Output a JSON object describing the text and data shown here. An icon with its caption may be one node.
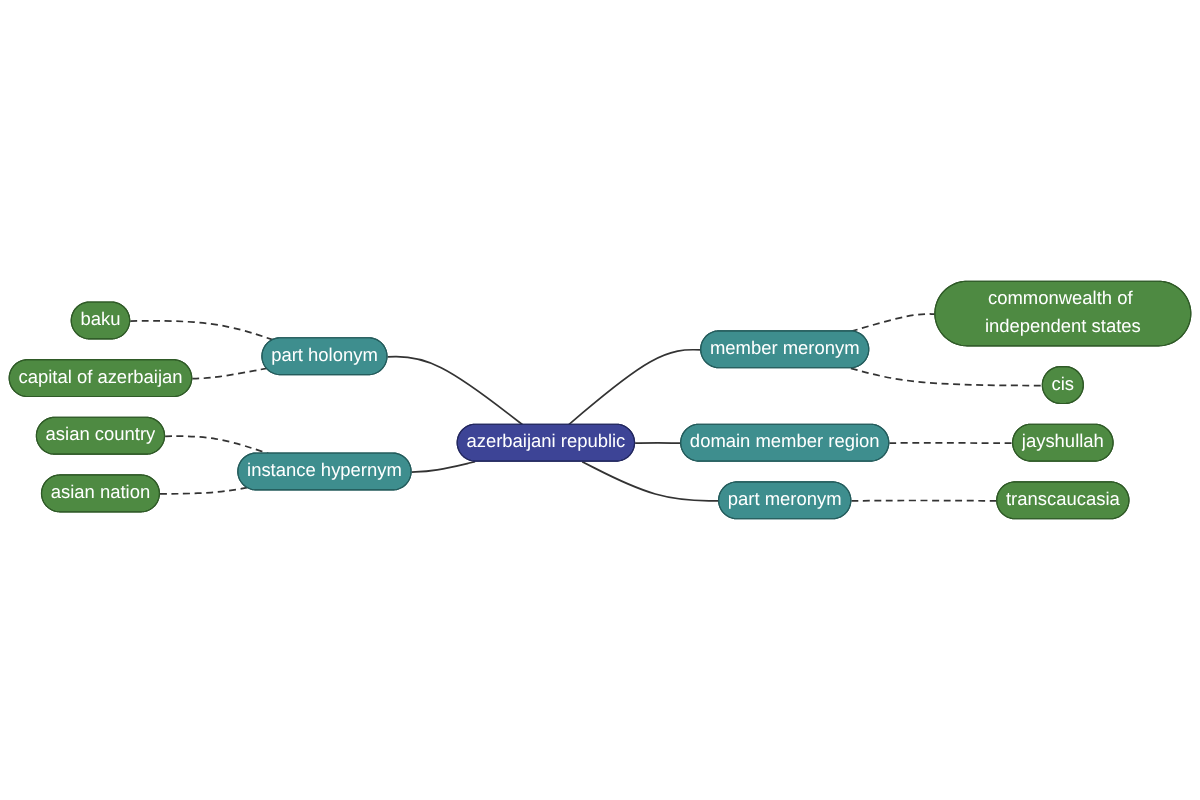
{
  "diagram": {
    "nodes": [
      {
        "text": [
          "capital of azerbaijan"
        ]
      },
      {
        "text": [
          "commonwealth of independent states"
        ]
      },
      {
        "text": [
          "baku"
        ]
      },
      {
        "text": [
          "cis"
        ]
      },
      {
        "text": [
          "part holonym"
        ]
      },
      {
        "text": [
          "member meronym"
        ]
      },
      {
        "text": [
          "jayshullah"
        ]
      },
      {
        "text": [
          "domain member region"
        ]
      },
      {
        "text": [
          "azerbaijani republic"
        ]
      },
      {
        "text": [
          "asian country"
        ]
      },
      {
        "text": [
          "instance hypernym"
        ]
      },
      {
        "text": [
          "part meronym"
        ]
      },
      {
        "text": [
          "transcaucasia"
        ]
      },
      {
        "text": [
          "asian nation"
        ]
      }
    ],
    "edges": [
      {
        "from": 2,
        "to": 4,
        "arrow": "none",
        "style": "dashed"
      },
      {
        "from": 0,
        "to": 4,
        "arrow": "none",
        "style": "dashed"
      },
      {
        "from": 4,
        "to": 8,
        "arrow": "none"
      },
      {
        "from": 8,
        "to": 5,
        "arrow": "none"
      },
      {
        "from": 5,
        "to": 1,
        "arrow": "none",
        "style": "dashed"
      },
      {
        "from": 5,
        "to": 3,
        "arrow": "none",
        "style": "dashed"
      },
      {
        "from": 8,
        "to": 7,
        "arrow": "none"
      },
      {
        "from": 7,
        "to": 6,
        "arrow": "none",
        "style": "dashed"
      },
      {
        "from": 9,
        "to": 10,
        "arrow": "none",
        "style": "dashed"
      },
      {
        "from": 13,
        "to": 10,
        "arrow": "none",
        "style": "dashed"
      },
      {
        "from": 10,
        "to": 8,
        "arrow": "none"
      },
      {
        "from": 8,
        "to": 11,
        "arrow": "none"
      },
      {
        "from": 11,
        "to": 12,
        "arrow": "none",
        "style": "dashed"
      }
    ]
  }
}
